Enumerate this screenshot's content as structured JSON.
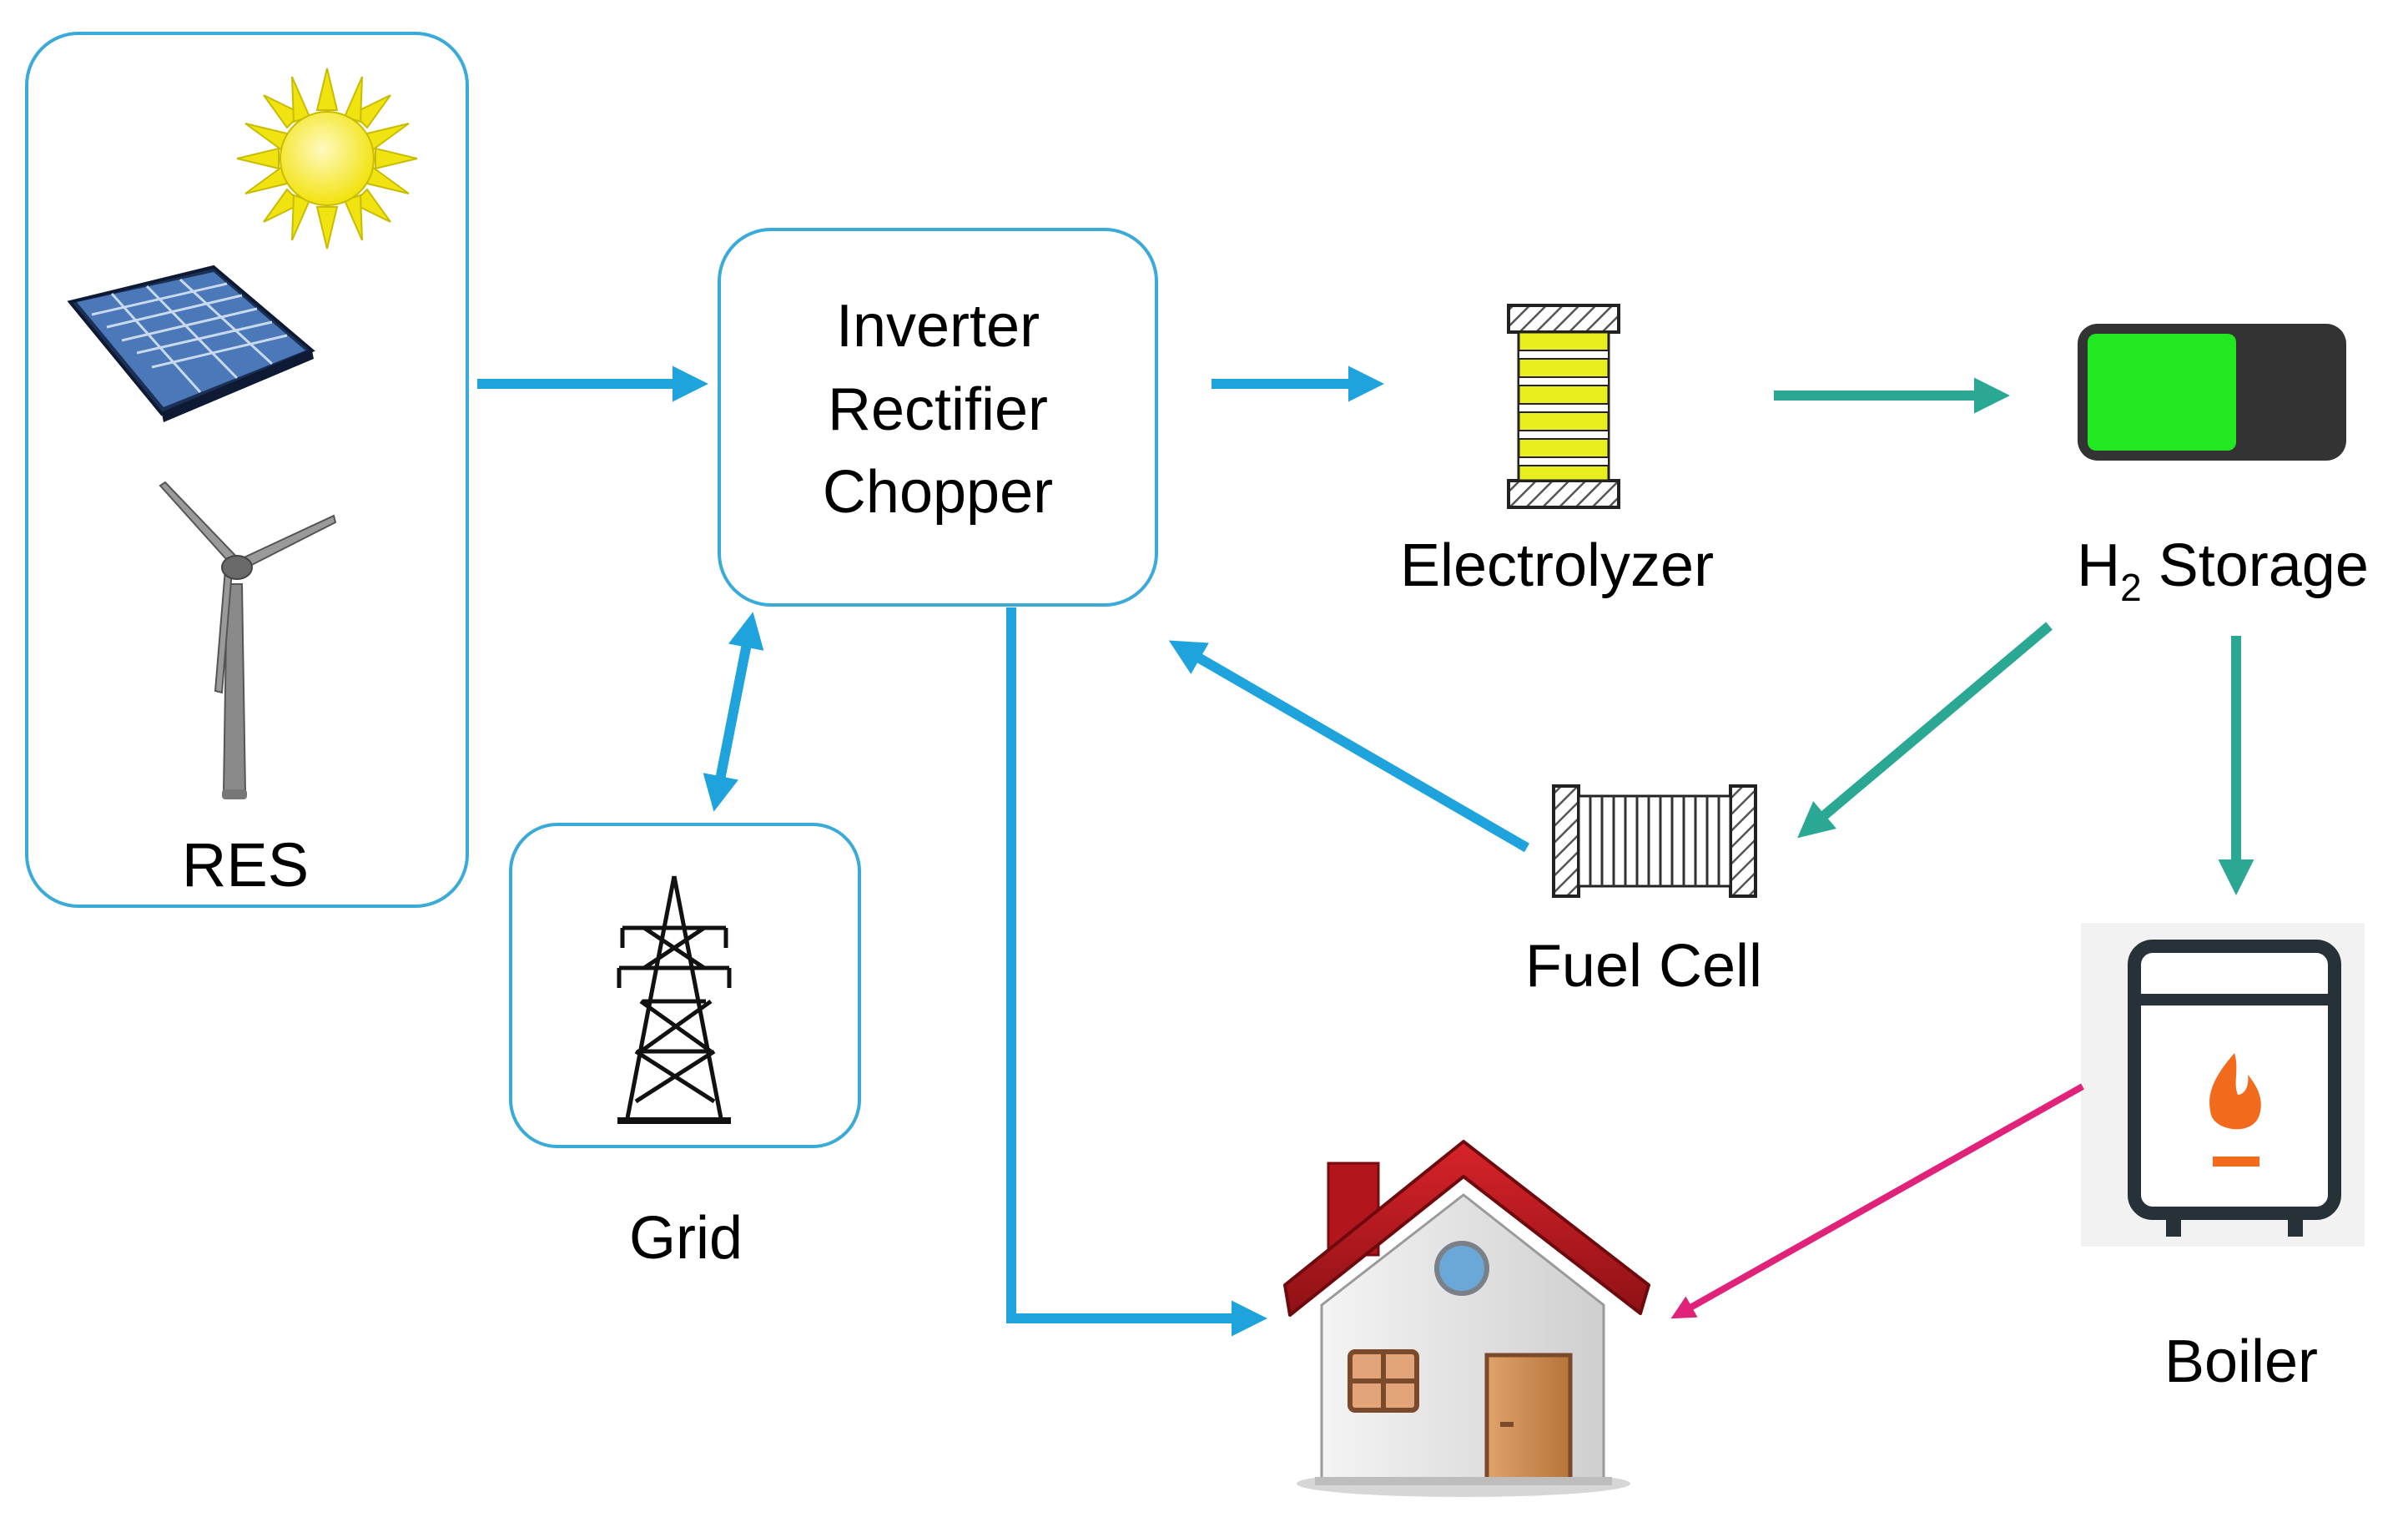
{
  "labels": {
    "res": "RES",
    "grid": "Grid",
    "converter_line1": "Inverter",
    "converter_line2": "Rectifier",
    "converter_line3": "Chopper",
    "electrolyzer": "Electrolyzer",
    "h2_storage_h": "H",
    "h2_storage_sub": "2",
    "h2_storage_rest": " Storage",
    "fuel_cell": "Fuel Cell",
    "boiler": "Boiler"
  },
  "colors": {
    "electric_flow": "#1fa3dc",
    "hydrogen_flow": "#2aa894",
    "heat_flow": "#e0227a",
    "box_border": "#3aaad8",
    "battery_fill": "#22e822",
    "sun": "#f7ee1a"
  },
  "icons": [
    "sun-icon",
    "solar-panel-icon",
    "wind-turbine-icon",
    "power-tower-icon",
    "electrolyzer-icon",
    "h2-tank-icon",
    "fuel-cell-icon",
    "boiler-icon",
    "house-icon"
  ]
}
